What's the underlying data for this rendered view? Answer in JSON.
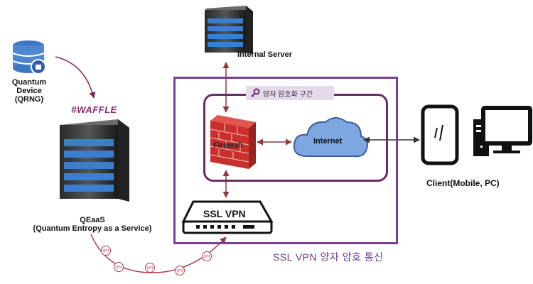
{
  "labels": {
    "quantum_device": "Quantum Device",
    "quantum_device_sub": "(QRNG)",
    "waffle": "WAFFLE",
    "qeaas": "QEaaS",
    "qeaas_sub": "(Quantum Entropy as a Service)",
    "internal_server": "Internal Server",
    "zone": "양자 암호화 구간",
    "firewall": "Firewall",
    "internet": "Internet",
    "ssl_vpn": "SSL VPN",
    "client": "Client(Mobile, PC)",
    "caption": "SSL VPN 양자 암호 통신"
  },
  "entropy_bubbles": [
    "양자",
    "양자",
    "양자",
    "양자",
    "양자"
  ],
  "colors": {
    "zone_border": "#7b3e96",
    "inner_border": "#6a2c66",
    "arrow": "#8e3a3a",
    "cloud": "#7ea6e0",
    "brick": "#c9302c"
  }
}
